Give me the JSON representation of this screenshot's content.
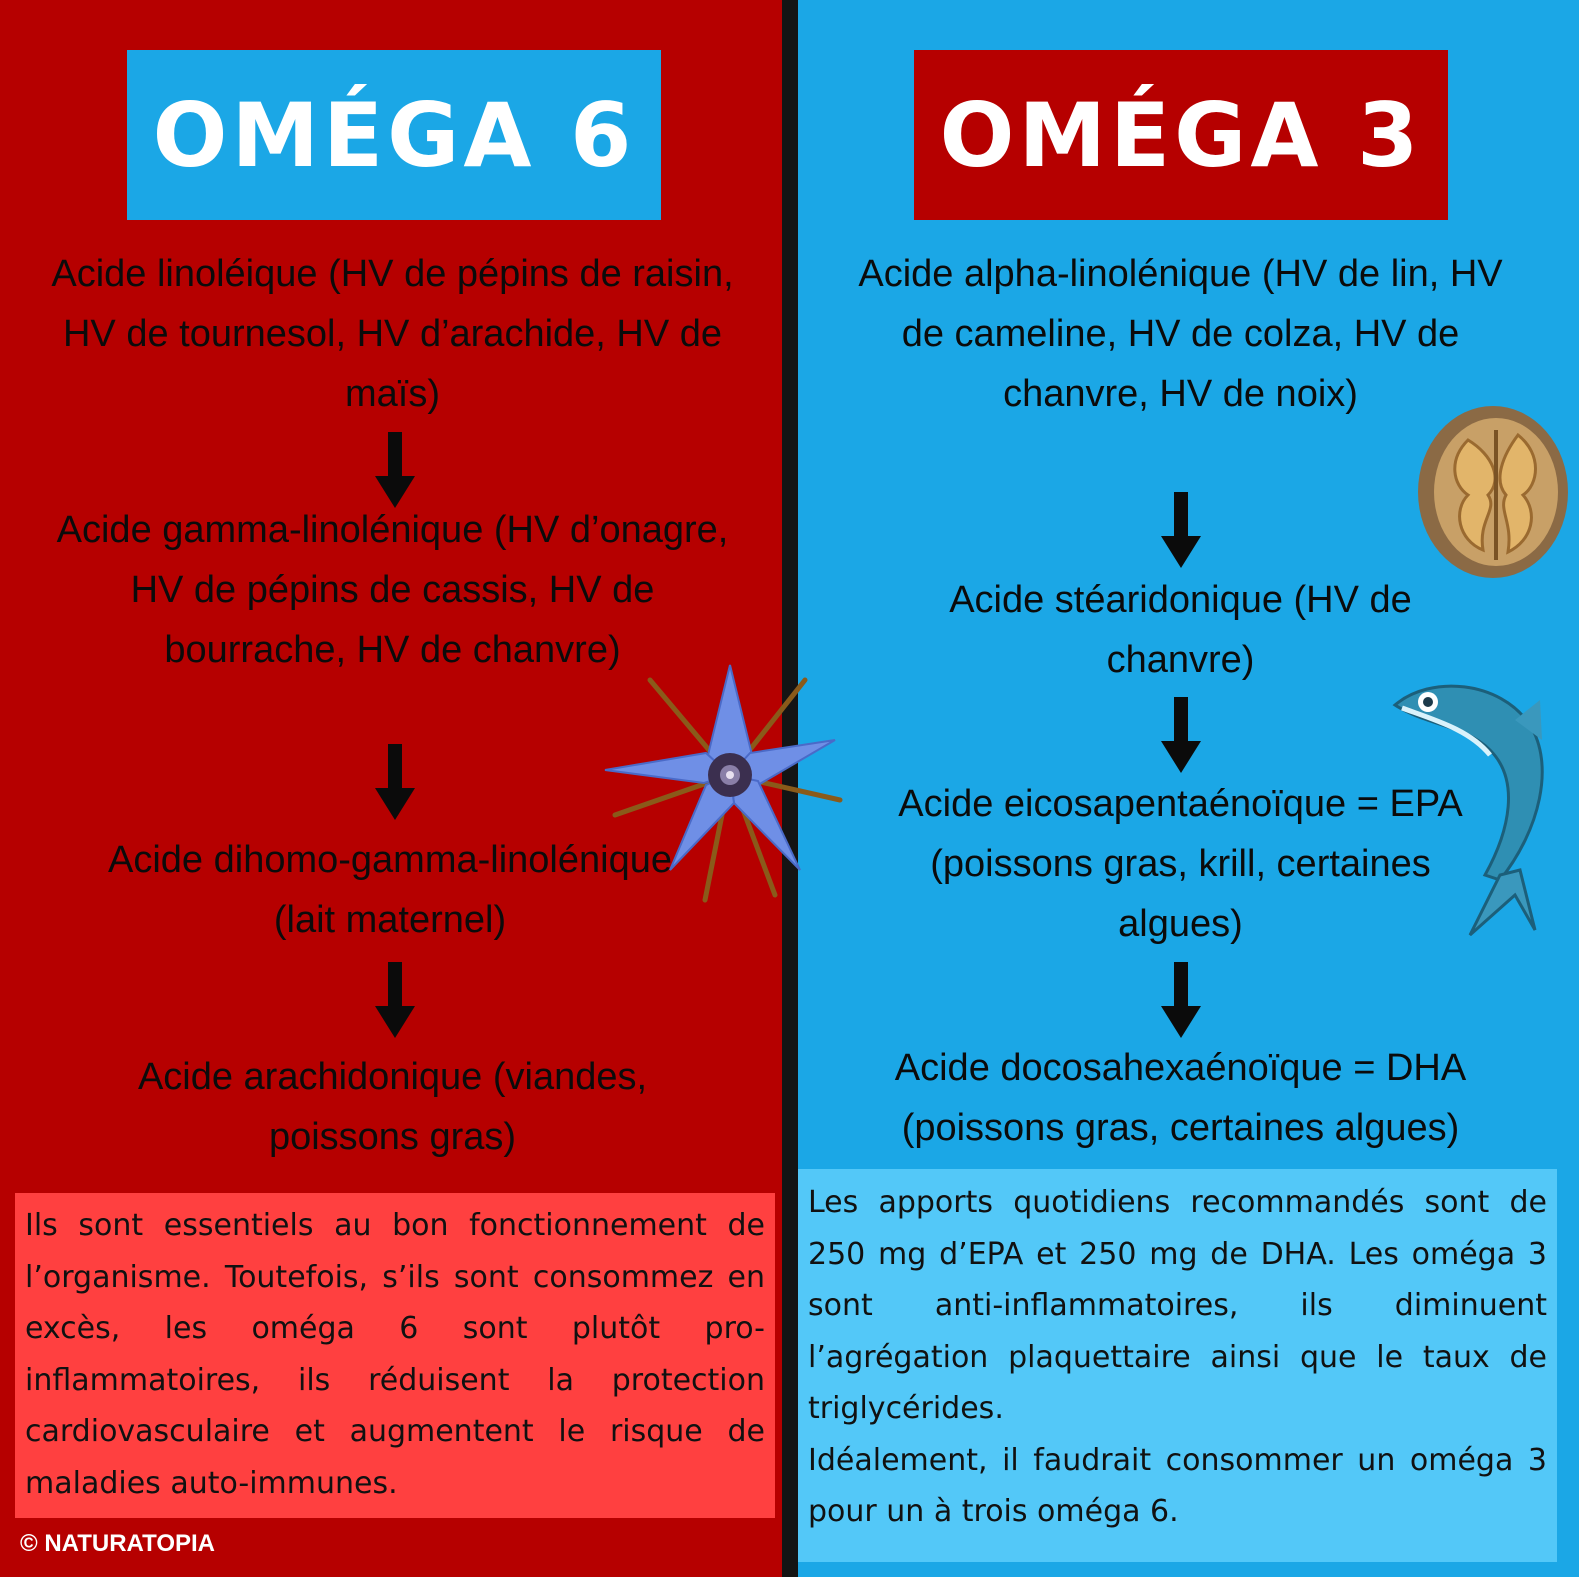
{
  "left": {
    "title": "OMÉGA 6",
    "steps": [
      "Acide linoléique (HV de pépins de raisin, HV de tournesol, HV d’arachide, HV de maïs)",
      "Acide gamma-linolénique (HV d’onagre, HV de pépins de cassis, HV de bourrache, HV de chanvre)",
      "Acide dihomo-gamma-linolénique (lait maternel)",
      "Acide arachidonique (viandes, poissons gras)"
    ],
    "note": "Ils sont essentiels au bon fonctionnement de l’organisme. Toutefois, s’ils sont consommez en excès, les oméga 6 sont plutôt pro-inflammatoires, ils réduisent la protection cardiovasculaire et augmentent le risque de maladies auto-immunes."
  },
  "right": {
    "title": "OMÉGA 3",
    "steps": [
      "Acide alpha-linolénique (HV de lin, HV de cameline, HV de colza, HV de chanvre, HV de noix)",
      "Acide stéaridonique (HV de chanvre)",
      "Acide eicosapentaénoïque = EPA (poissons gras, krill, certaines algues)",
      "Acide docosahexaénoïque = DHA (poissons gras, certaines algues)"
    ],
    "note_p1": "Les apports quotidiens recommandés sont de 250 mg d’EPA et 250 mg de DHA. Les oméga 3 sont anti-inflammatoires, ils diminuent l’agrégation plaquettaire ainsi que le taux de triglycérides.",
    "note_p2": "Idéalement, il faudrait consommer un oméga 3 pour un à trois oméga 6."
  },
  "copyright": "© NATURATOPIA",
  "colors": {
    "red": "#b60000",
    "blue": "#1ba7e6",
    "light_red": "#ff4040",
    "light_blue": "#53c8f8",
    "divider": "#141414"
  },
  "icons": [
    "arrow-down-icon",
    "borage-flower-icon",
    "walnut-icon",
    "fish-icon"
  ]
}
